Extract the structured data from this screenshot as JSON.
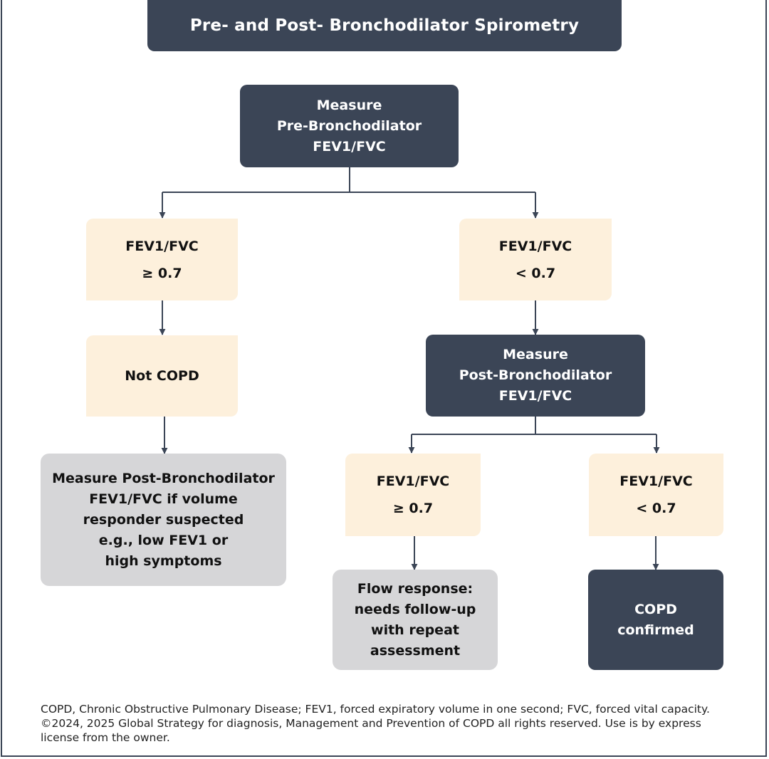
{
  "title": "Pre- and Post- Bronchodilator Spirometry",
  "nodes": {
    "measure_pre": [
      "Measure",
      "Pre-Bronchodilator",
      "FEV1/FVC"
    ],
    "pre_ge": [
      "FEV1/FVC",
      "≥ 0.7"
    ],
    "pre_lt": [
      "FEV1/FVC",
      "< 0.7"
    ],
    "not_copd": [
      "Not COPD"
    ],
    "measure_post": [
      "Measure",
      "Post-Bronchodilator",
      "FEV1/FVC"
    ],
    "volume_responder": [
      "Measure Post-Bronchodilator",
      "FEV1/FVC if volume",
      "responder suspected",
      "e.g., low FEV1 or",
      "high symptoms"
    ],
    "post_ge": [
      "FEV1/FVC",
      "≥ 0.7"
    ],
    "post_lt": [
      "FEV1/FVC",
      "< 0.7"
    ],
    "flow_response": [
      "Flow response:",
      "needs follow-up",
      "with repeat",
      "assessment"
    ],
    "copd_confirmed": [
      "COPD",
      "confirmed"
    ]
  },
  "footnote": [
    "COPD, Chronic Obstructive Pulmonary Disease; FEV1, forced expiratory volume in one second; FVC, forced vital capacity.",
    "©2024, 2025 Global Strategy for diagnosis, Management and Prevention of COPD all rights reserved. Use is by express",
    "license from the owner."
  ],
  "colors": {
    "dark": "#3b4556",
    "peach": "#fdf0dc",
    "grey": "#d6d6d8"
  }
}
